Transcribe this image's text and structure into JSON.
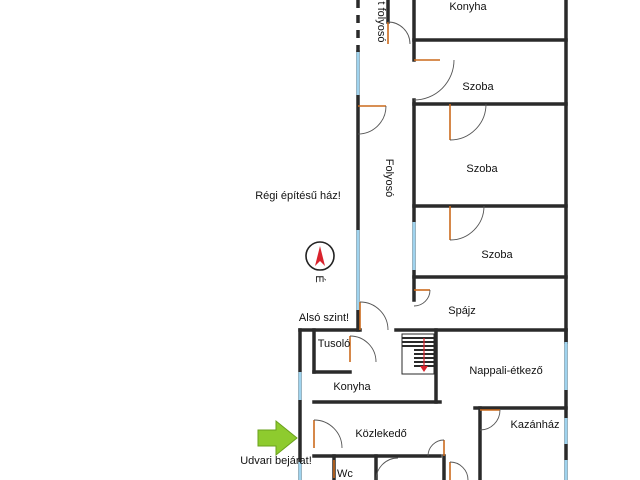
{
  "labels": {
    "corridor_top": "t folyosó",
    "kitchen_top": "Konyha",
    "room1": "Szoba",
    "room2": "Szoba",
    "room3": "Szoba",
    "corridor": "Folyosó",
    "old_house": "Régi építésű ház!",
    "pantry": "Spájz",
    "lower_level": "Alsó szint!",
    "tusolo": "Tusoló",
    "living": "Nappali-étkező",
    "kitchen": "Konyha",
    "hall": "Közlekedő",
    "boiler": "Kazánház",
    "yard_entrance": "Udvari bejárat!",
    "wc": "Wc"
  },
  "compass": {
    "letter": "É",
    "icon": "north-arrow-icon"
  },
  "entrance_arrow": {
    "icon": "green-arrow-icon",
    "color": "#8ecb2e"
  },
  "colors": {
    "wall": "#2a2a2a",
    "window": "#9fd3ee",
    "door": "#cc6a1c",
    "stairs_arrow": "#d9232d"
  }
}
